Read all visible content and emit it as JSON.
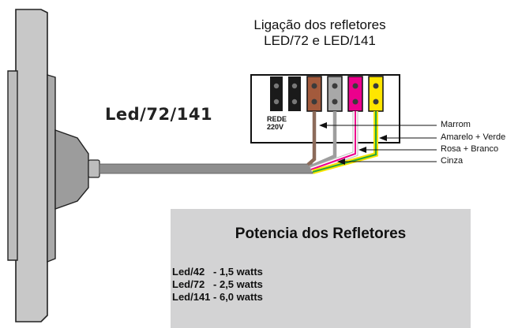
{
  "diagram": {
    "heading_line1": "Ligação dos refletores",
    "heading_line2": "LED/72 e LED/141",
    "model_label": "Led/72/141",
    "terminal_label_line1": "REDE",
    "terminal_label_line2": "220V",
    "wire_labels": [
      "Marrom",
      "Amarelo + Verde",
      "Rosa + Branco",
      "Cinza"
    ],
    "wire_colors": {
      "marrom": "#8c6b5a",
      "cinza": "#9e9e9e",
      "rosa": "#ec008c",
      "amarelo": "#ffe600",
      "verde": "#2aa83a",
      "branco": "#ffffff",
      "cable": "#8e8e8e"
    }
  },
  "power_table": {
    "title": "Potencia dos Refletores",
    "rows": [
      "Led/42   - 1,5 watts",
      "Led/72   - 2,5 watts",
      "Led/141 - 6,0 watts"
    ]
  }
}
